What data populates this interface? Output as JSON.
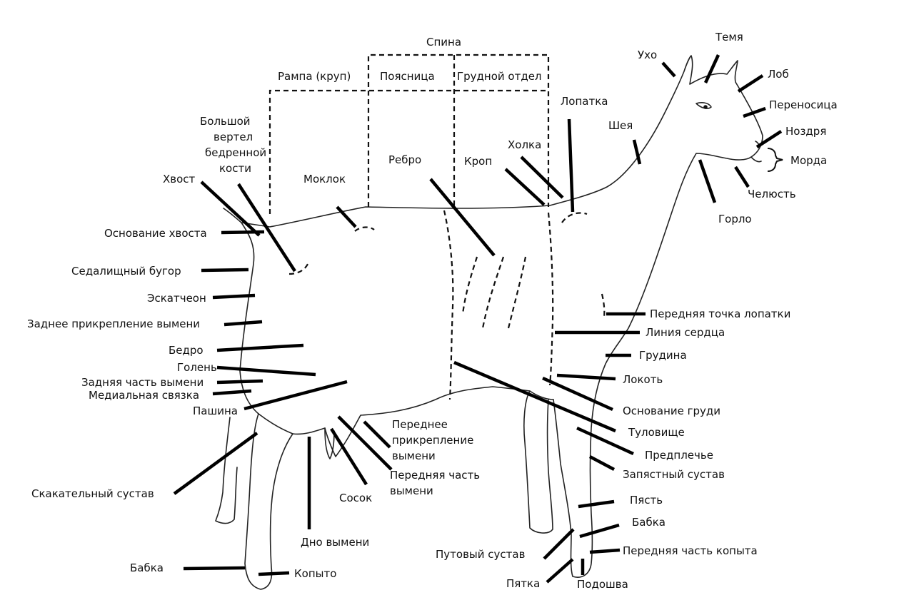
{
  "labels": {
    "back": "Спина",
    "rump": "Рампа (круп)",
    "loin": "Поясница",
    "chest_section": "Грудной отдел",
    "trochanter": [
      "Большой",
      "вертел",
      "бедренной",
      "кости"
    ],
    "tail": "Хвост",
    "hip": "Моклок",
    "rib": "Ребро",
    "crop": "Кроп",
    "withers": "Холка",
    "shoulder_blade": "Лопатка",
    "neck": "Шея",
    "ear": "Ухо",
    "crown": "Темя",
    "forehead": "Лоб",
    "bridge": "Переносица",
    "nostril": "Ноздря",
    "muzzle": "Морда",
    "jaw": "Челюсть",
    "throat": "Горло",
    "tail_base": "Основание хвоста",
    "pin_bone": "Седалищный  бугор",
    "escutcheon": "Эскатчеон",
    "rear_udder_attach": "Заднее прикрепление вымени",
    "thigh": "Бедро",
    "stifle": "Голень",
    "rear_udder": "Задняя часть вымени",
    "medial_ligament": "Медиальная связка",
    "flank": "Пашина",
    "hock": "Скакательный сустав",
    "rear_pastern": "Бабка",
    "rear_hoof": "Копыто",
    "udder_floor": "Дно вымени",
    "teat": "Сосок",
    "fore_udder_attach": [
      "Переднее",
      "прикрепление",
      "вымени"
    ],
    "fore_udder": [
      "Передняя часть",
      "вымени"
    ],
    "point_of_shoulder": "Передняя точка лопатки",
    "heart_girth": "Линия сердца",
    "brisket": "Грудина",
    "elbow": "Локоть",
    "chest_floor": "Основание груди",
    "barrel": "Туловище",
    "forearm": "Предплечье",
    "knee": "Запястный сустав",
    "cannon": "Пясть",
    "front_pastern": "Бабка",
    "fetlock": "Путовый сустав",
    "front_hoof": "Передняя часть копыта",
    "heel": "Пятка",
    "sole": "Подошва"
  },
  "colors": {
    "line": "#000000",
    "outline": "#222222",
    "background": "#ffffff"
  }
}
